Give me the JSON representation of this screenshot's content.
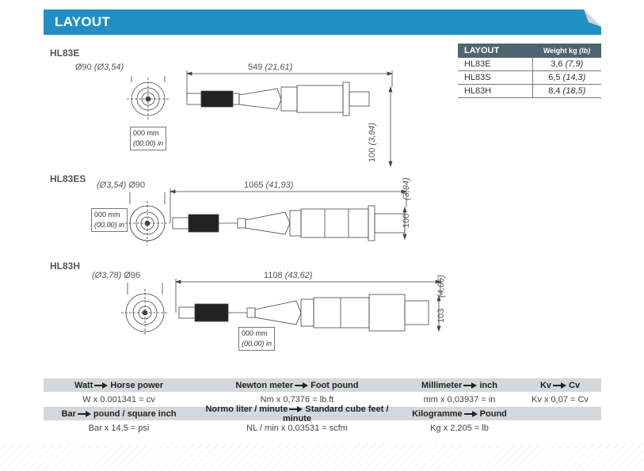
{
  "banner": {
    "title": "LAYOUT"
  },
  "weight_table": {
    "col_layout": "LAYOUT",
    "col_weight": "Weight kg",
    "col_weight_unit": "(lb)",
    "rows": [
      {
        "model": "HL83E",
        "kg": "3,6",
        "lb": "(7,9)"
      },
      {
        "model": "HL83S",
        "kg": "6,5",
        "lb": "(14,3)"
      },
      {
        "model": "HL83H",
        "kg": "8,4",
        "lb": "(18,5)"
      }
    ]
  },
  "drawings": {
    "hl83e": {
      "label": "HL83E",
      "diameter": "Ø90",
      "diameter_in": "(Ø3,54)",
      "length": "549",
      "length_in": "(21,61)",
      "height": "100",
      "height_in": "(3,94)"
    },
    "hl83es": {
      "label": "HL83ES",
      "diameter": "Ø90",
      "diameter_in": "(Ø3,54)",
      "length": "1065",
      "length_in": "(41,93)",
      "height": "100",
      "height_in": "(3,94)"
    },
    "hl83h": {
      "label": "HL83H",
      "diameter": "Ø96",
      "diameter_in": "(Ø3,78)",
      "length": "1108",
      "length_in": "(43,62)",
      "height": "103",
      "height_in": "(4,06)"
    }
  },
  "unit_box": {
    "mm": "000 mm",
    "in": "(00,00) in"
  },
  "conversions": {
    "header1": [
      {
        "from": "Watt",
        "to": "Horse power"
      },
      {
        "from": "Newton meter",
        "to": "Foot pound"
      },
      {
        "from": "Millimeter",
        "to": "inch"
      },
      {
        "from": "Kv",
        "to": "Cv"
      }
    ],
    "row1": [
      "W x 0.001341 = cv",
      "Nm x 0,7376 = lb.ft",
      "mm x 0,03937 = in",
      "Kv x 0,07 = Cv"
    ],
    "header2": [
      {
        "from": "Bar",
        "to": "pound / square inch"
      },
      {
        "from": "Normo liter / minute",
        "to": "Standard cube feet / minute"
      },
      {
        "from": "Kilogramme",
        "to": "Pound"
      }
    ],
    "row2": [
      "Bar x 14,5 = psi",
      "NL / min x 0,03531 = scfm",
      "Kg x 2,205 = lb"
    ]
  },
  "colors": {
    "banner": "#1f8fc4",
    "table_header": "#4f6471",
    "conv_header": "#d3d8dc"
  }
}
